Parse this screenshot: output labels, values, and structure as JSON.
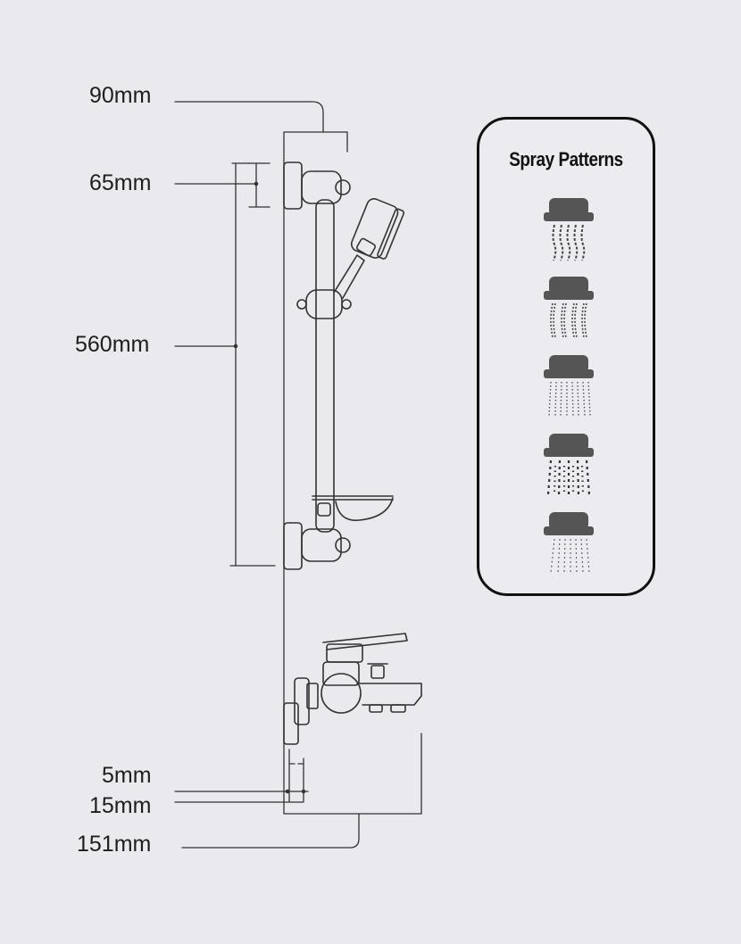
{
  "dimensions": {
    "width_top": "90mm",
    "mount_height": "65mm",
    "rail_length": "560mm",
    "gap_5": "5mm",
    "gap_15": "15mm",
    "projection": "151mm"
  },
  "spray_panel": {
    "title": "Spray Patterns",
    "patterns": [
      {
        "name": "spray-pattern-1-icon"
      },
      {
        "name": "spray-pattern-2-icon"
      },
      {
        "name": "spray-pattern-3-icon"
      },
      {
        "name": "spray-pattern-4-icon"
      },
      {
        "name": "spray-pattern-5-icon"
      }
    ]
  },
  "colors": {
    "background": "#e9e9ee",
    "line": "#333333",
    "nozzle": "#555555"
  }
}
